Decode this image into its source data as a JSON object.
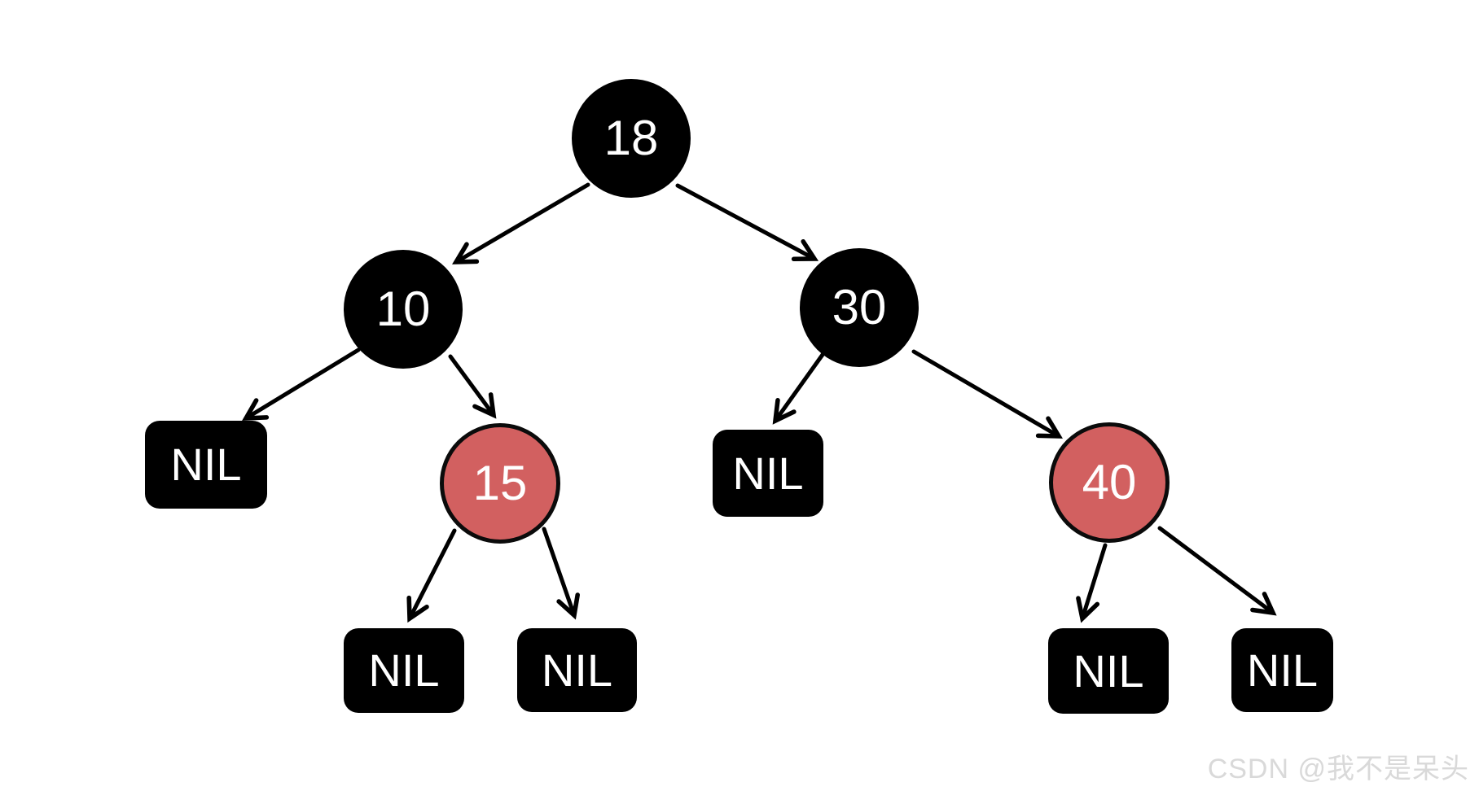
{
  "diagram": {
    "type": "red-black-tree",
    "colors": {
      "background": "#ffffff",
      "black_node": "#000000",
      "red_node": "#d26060",
      "node_outline": "#0b0b0b",
      "node_text": "#ffffff",
      "edge": "#000000",
      "watermark_text_color": "#d9d9d9"
    },
    "nodes": {
      "root": {
        "label": "18",
        "color": "black",
        "shape": "circle"
      },
      "left": {
        "label": "10",
        "color": "black",
        "shape": "circle"
      },
      "right": {
        "label": "30",
        "color": "black",
        "shape": "circle"
      },
      "left_right": {
        "label": "15",
        "color": "red",
        "shape": "circle"
      },
      "right_right": {
        "label": "40",
        "color": "red",
        "shape": "circle"
      }
    },
    "nil_label": "NIL",
    "nil_count": 6,
    "edges": [
      {
        "from": "18",
        "to": "10"
      },
      {
        "from": "18",
        "to": "30"
      },
      {
        "from": "10",
        "to": "NIL-left"
      },
      {
        "from": "10",
        "to": "15"
      },
      {
        "from": "30",
        "to": "NIL-left"
      },
      {
        "from": "30",
        "to": "40"
      },
      {
        "from": "15",
        "to": "NIL-left"
      },
      {
        "from": "15",
        "to": "NIL-right"
      },
      {
        "from": "40",
        "to": "NIL-left"
      },
      {
        "from": "40",
        "to": "NIL-right"
      }
    ],
    "watermark": "CSDN @我不是呆头"
  }
}
